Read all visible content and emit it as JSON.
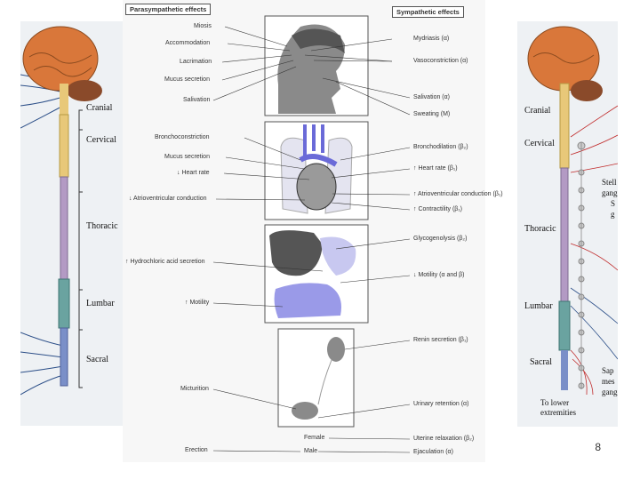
{
  "left_spine": {
    "labels": [
      "Cranial",
      "Cervical",
      "Thoracic",
      "Lumbar",
      "Sacral"
    ]
  },
  "right_spine": {
    "labels": [
      "Cranial",
      "Cervical",
      "Thoracic",
      "Lumbar",
      "Sacral"
    ],
    "side_labels": [
      "Stell",
      "gang",
      "S",
      "g",
      "Sap",
      "mes",
      "gang"
    ],
    "bottom_label": [
      "To lower",
      "extremities"
    ]
  },
  "center": {
    "headers": {
      "parasympathetic": "Parasympathetic effects",
      "sympathetic": "Sympathetic effects"
    },
    "head_left": [
      "Miosis",
      "Accommodation",
      "Lacrimation",
      "Mucus secretion",
      "Salivation"
    ],
    "head_right": [
      "Mydriasis (α)",
      "Vasoconstriction (α)",
      "Salivation (α)",
      "Sweating (M)"
    ],
    "chest_left": [
      "Bronchoconstriction",
      "Mucus secretion",
      "↓ Heart rate",
      "↓ Atrioventricular conduction"
    ],
    "chest_right": [
      "Bronchodilation (β₂)",
      "↑ Heart rate (β₁)",
      "↑ Atrioventricular conduction (β₁)",
      "↑ Contractility (β₁)"
    ],
    "abdomen_left": [
      "↑ Hydrochloric acid secretion",
      "↑ Motility"
    ],
    "abdomen_right": [
      "Glycogenolysis (β₂)",
      "↓ Motility (α and β)"
    ],
    "pelvis_left": [
      "Micturition",
      "Erection"
    ],
    "pelvis_right": [
      "Renin secretion (β₁)",
      "Urinary retention (α)",
      "Uterine relaxation (β₂)",
      "Ejaculation (α)"
    ],
    "pelvis_mid": [
      "Female",
      "Male"
    ]
  },
  "slide_number": "8",
  "colors": {
    "brain": "#d9773a",
    "cervical": "#e8c879",
    "thoracic": "#b39ac4",
    "lumbar": "#6aa3a0",
    "sacral": "#7a8fc8",
    "organ_blue": "#8f8fe6",
    "organ_gray": "#555555"
  }
}
